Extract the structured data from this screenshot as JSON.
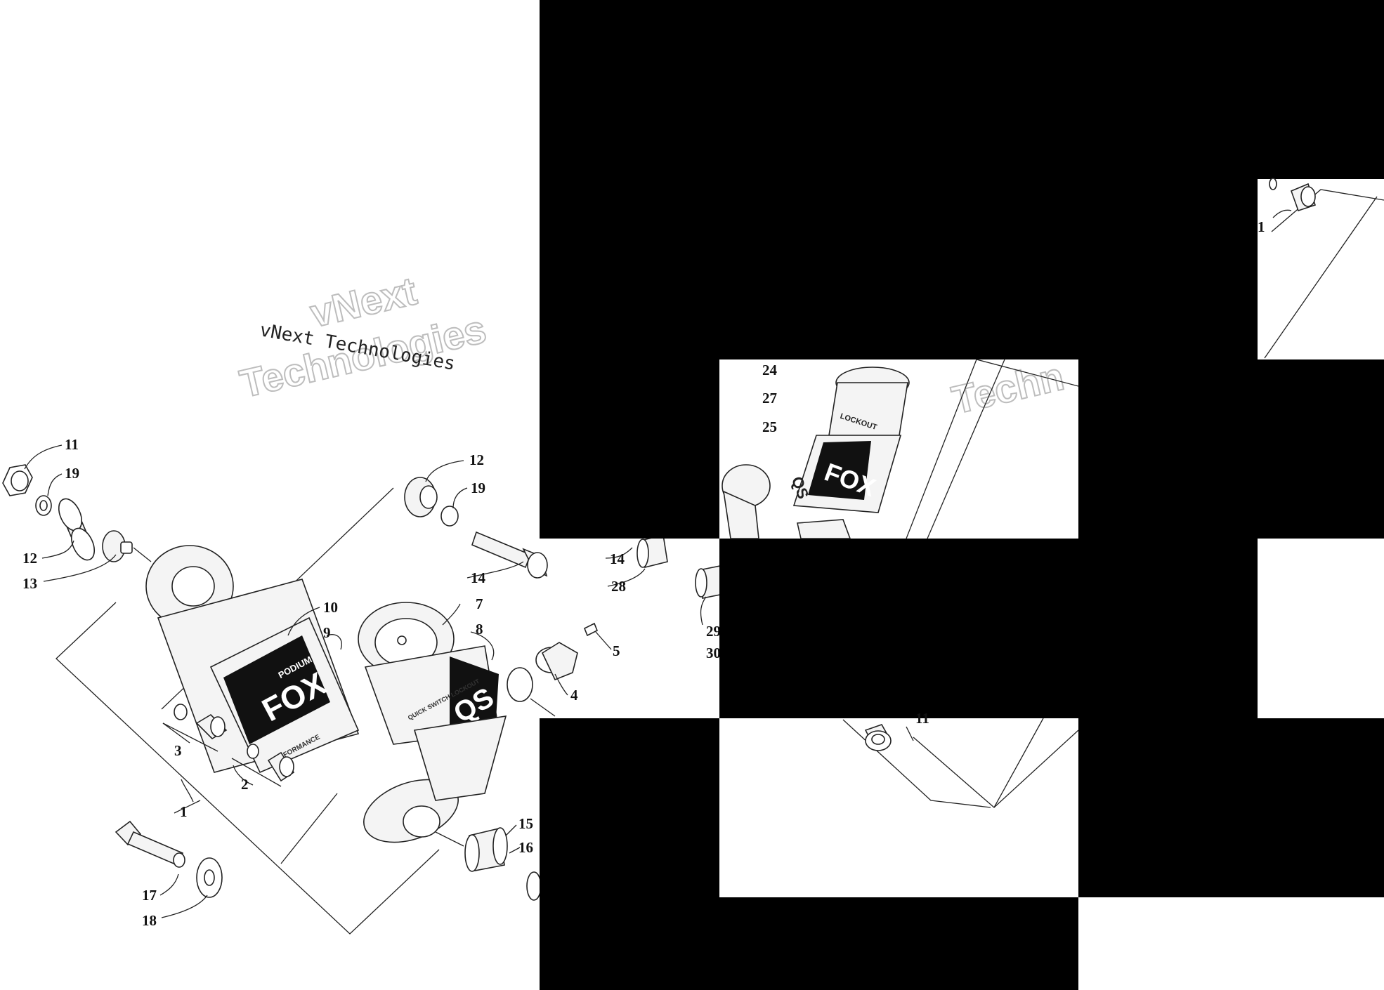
{
  "watermark": {
    "outline_line1": "vNext",
    "outline_line2": "Technologies",
    "plain": "vNext Technologies",
    "fragment": "Techn"
  },
  "decals": {
    "fox": "FOX",
    "podium": "PODIUM",
    "performance": "PERFORMANCE",
    "qs": "QS",
    "quick_switch": "QUICK SWITCH LOCKOUT",
    "lockout": "LOCKOUT"
  },
  "callouts": {
    "c11a": "11",
    "c19a": "19",
    "c12a": "12",
    "c13": "13",
    "c12b": "12",
    "c19b": "19",
    "c14a": "14",
    "c10": "10",
    "c9": "9",
    "c7": "7",
    "c8": "8",
    "c5": "5",
    "c4": "4",
    "c3": "3",
    "c2": "2",
    "c1": "1",
    "c17": "17",
    "c18": "18",
    "c15": "15",
    "c16": "16",
    "c14b": "14",
    "c28": "28",
    "c29": "29",
    "c30": "30",
    "c24": "24",
    "c27": "27",
    "c25": "25",
    "c11b": "11",
    "c1b": "1"
  },
  "colors": {
    "mask": "#000000",
    "line": "#222222",
    "watermark": "#bdbdbd"
  }
}
